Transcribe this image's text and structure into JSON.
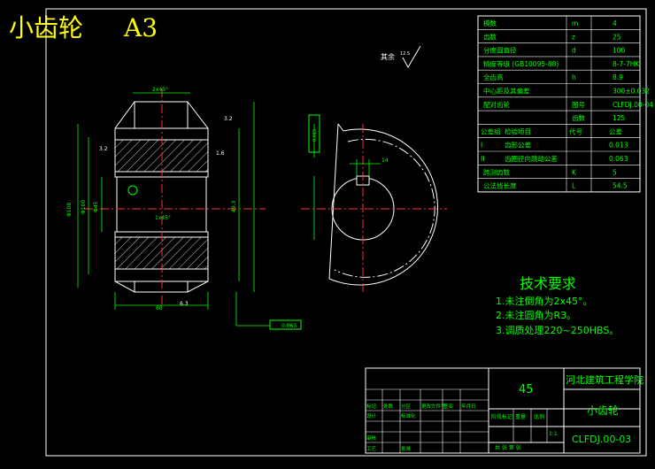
{
  "drawing_title": "小齿轮",
  "sheet_size": "A3",
  "params": [
    {
      "name": "模数",
      "sym": "m",
      "val": "4"
    },
    {
      "name": "齿数",
      "sym": "z",
      "val": "25"
    },
    {
      "name": "分度圆直径",
      "sym": "d",
      "val": "100"
    },
    {
      "name": "精度等级 (GB10095-88)",
      "sym": "",
      "val": "8-7-7HK"
    },
    {
      "name": "全齿高",
      "sym": "h",
      "val": "8.9"
    },
    {
      "name": "中心距及其偏差",
      "sym": "",
      "val": "300±0.032"
    },
    {
      "name": "配对齿轮",
      "sym": "图号",
      "val": "CLFDJ.00-04"
    },
    {
      "name": "",
      "sym": "齿数",
      "val": "125"
    },
    {
      "name": "公差组",
      "sym": "检验项目",
      "val": "代号",
      "extra": "公差"
    },
    {
      "name": "I",
      "sym": "齿形公差",
      "val": "",
      "extra": "0.013"
    },
    {
      "name": "II",
      "sym": "齿圈径向跳动公差",
      "val": "",
      "extra": "0.063"
    },
    {
      "name": "跨测齿数",
      "sym": "K",
      "val": "5"
    },
    {
      "name": "公法线长度",
      "sym": "L",
      "val": "54.5"
    }
  ],
  "tech": {
    "title": "技术要求",
    "items": [
      "1.未注倒角为2x45°。",
      "2.未注圆角为R3。",
      "3.调质处理220~250HBS。"
    ]
  },
  "roughness_label": "其余",
  "roughness_value": "12.5",
  "dims": {
    "chamfer_top": "2x45°",
    "chamfer_mid": "1x45°",
    "width": "60",
    "od": "Φ108",
    "bore": "Φ45",
    "pitch": "Φ100",
    "rough1": "3.2",
    "rough2": "3.2",
    "rough3": "1.6",
    "rough4": "6.3",
    "keyway_w": "14",
    "keyway_h": "49.3",
    "tol_frame": "0.063",
    "tol_frame2": "0.015"
  },
  "titleblock": {
    "material": "45",
    "school": "河北建筑工程学院",
    "part_name": "小齿轮",
    "drawing_no": "CLFDJ.00-03",
    "scale": "1:1",
    "labels_row1": [
      "标记",
      "处数",
      "分区",
      "更改文件号",
      "签名",
      "年月日"
    ],
    "labels_row2": [
      "设计",
      "",
      "标准化",
      "",
      "",
      ""
    ],
    "labels_row3": [
      "审核"
    ],
    "labels_row4": [
      "工艺",
      "",
      "批准"
    ],
    "stage_labels": [
      "阶段标记",
      "重量",
      "比例"
    ],
    "sheet_text": "共  张  第  张"
  },
  "colors": {
    "line": "#ffffff",
    "dim": "#00ff00",
    "center": "#ff3333",
    "hatch": "#ffffff",
    "title": "#ffff00",
    "text": "#00ff00"
  }
}
